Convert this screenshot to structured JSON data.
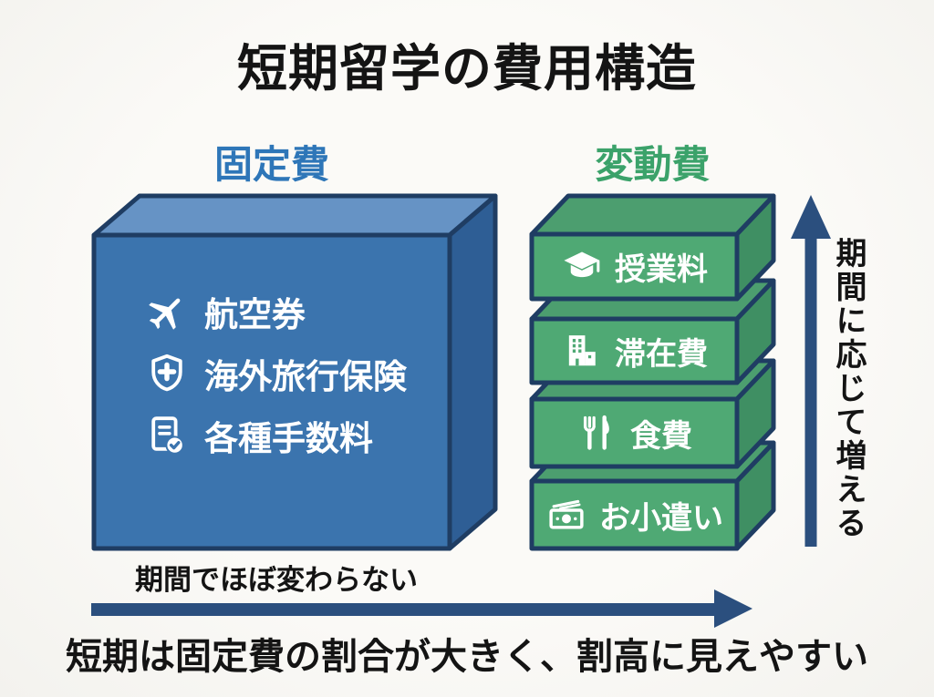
{
  "title": "短期留学の費用構造",
  "colors": {
    "background": "#FAF9F6",
    "ink": "#141414",
    "white": "#FFFFFF",
    "header_fixed": "#2E76B8",
    "header_variable": "#3BA26A",
    "arrow_navy": "#2B4F7E",
    "border_navy": "#1F3D63",
    "blue_front": "#3B74AE",
    "blue_top": "#6693C5",
    "blue_side": "#2E5E95",
    "green_front": "#4FA974",
    "green_top": "#4C9E6F",
    "green_side": "#3F8F63"
  },
  "fixed_costs": {
    "header": "固定費",
    "items": [
      {
        "icon": "airplane",
        "label": "航空券"
      },
      {
        "icon": "shield-plus",
        "label": "海外旅行保険"
      },
      {
        "icon": "document-check",
        "label": "各種手数料"
      }
    ],
    "caption": "期間でほぼ変わらない"
  },
  "variable_costs": {
    "header": "変動費",
    "items": [
      {
        "icon": "graduation-cap",
        "label": "授業料"
      },
      {
        "icon": "building",
        "label": "滞在費"
      },
      {
        "icon": "utensils",
        "label": "食費"
      },
      {
        "icon": "banknote",
        "label": "お小遣い"
      }
    ],
    "arrow_caption": "期間に応じて増える"
  },
  "footer": "短期は固定費の割合が大きく、割高に見えやすい"
}
